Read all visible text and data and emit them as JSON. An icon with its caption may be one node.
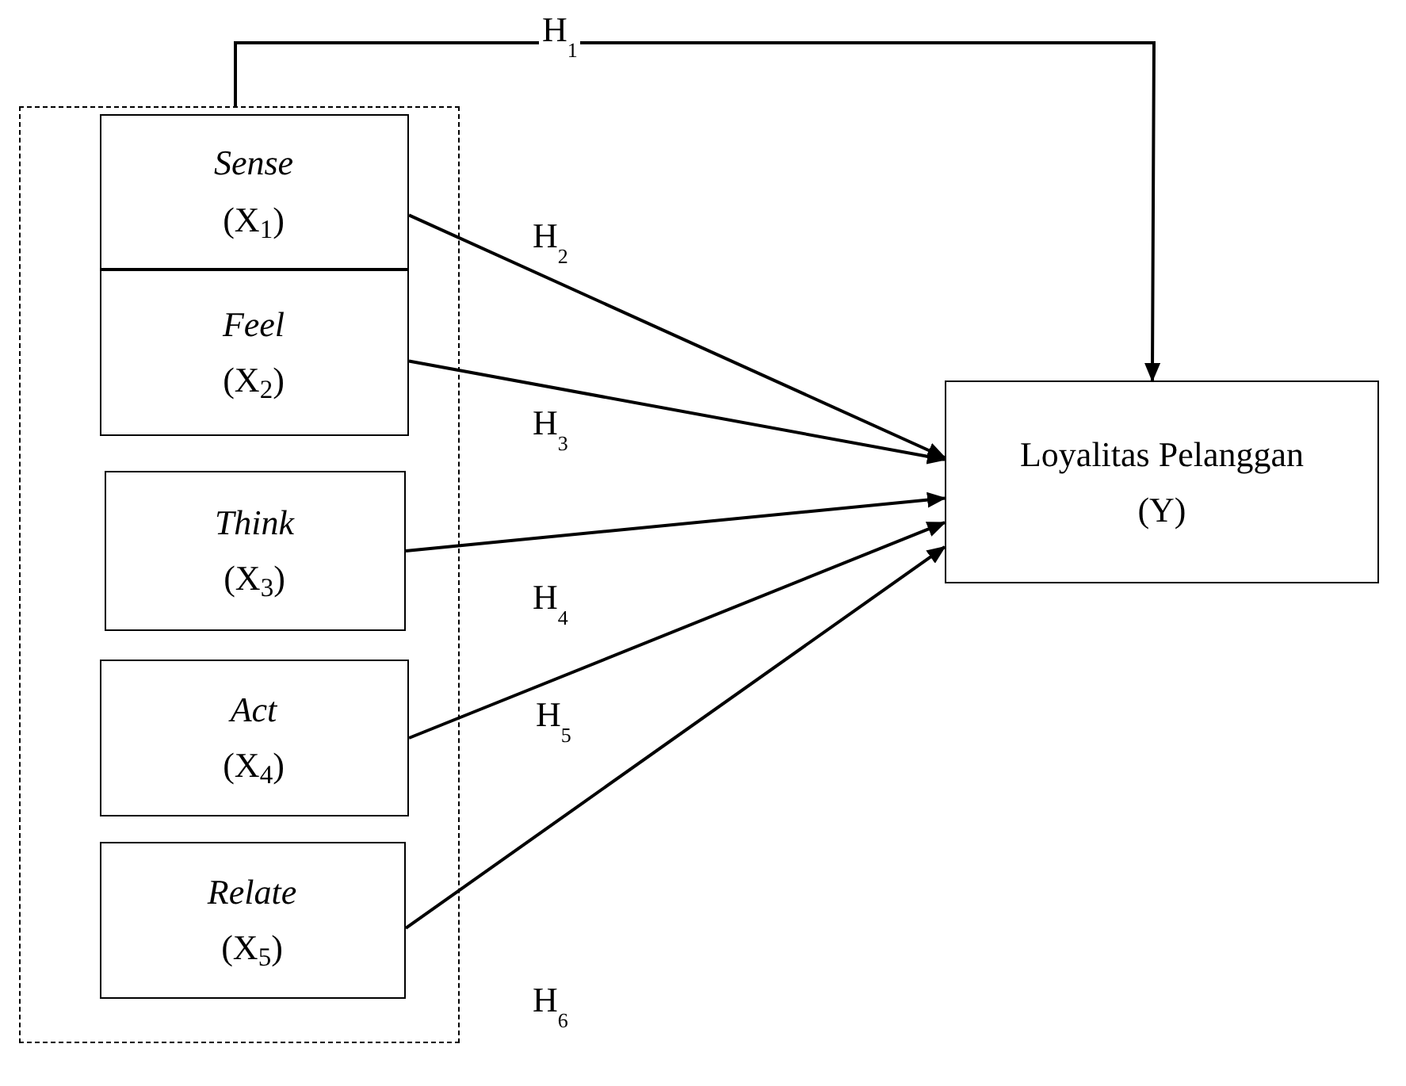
{
  "diagram": {
    "nodes": [
      {
        "text": [],
        "shape": "box"
      },
      {
        "text": [
          "Sense",
          "(X$_{1}$)"
        ],
        "in": 0
      },
      {
        "text": [
          "Feel",
          "(X$_{2}$)"
        ],
        "in": 0
      },
      {
        "text": [
          "Think",
          "(X$_{3}$)"
        ],
        "in": 0
      },
      {
        "text": [
          "Act",
          "(X$_{4}$)"
        ],
        "in": 0
      },
      {
        "text": [
          "Relate",
          "(X$_{5}$)"
        ],
        "in": 0
      },
      {
        "text": [
          "Loyalitas Pelanggan",
          "(Y)"
        ]
      }
    ],
    "edges": [
      {
        "from": 0,
        "to": 6,
        "arrow": "to",
        "label": "H$_{1}$"
      },
      {
        "from": 1,
        "to": 6,
        "arrow": "to",
        "label": "H$_{2}$"
      },
      {
        "from": 2,
        "to": 6,
        "arrow": "to",
        "label": "H$_{3}$"
      },
      {
        "from": 3,
        "to": 6,
        "arrow": "to",
        "label": "H$_{4}$"
      },
      {
        "from": 4,
        "to": 6,
        "arrow": "to",
        "label": "H$_{5}$"
      },
      {
        "from": 5,
        "to": 6,
        "arrow": "to",
        "label": "H$_{6}$"
      }
    ]
  }
}
